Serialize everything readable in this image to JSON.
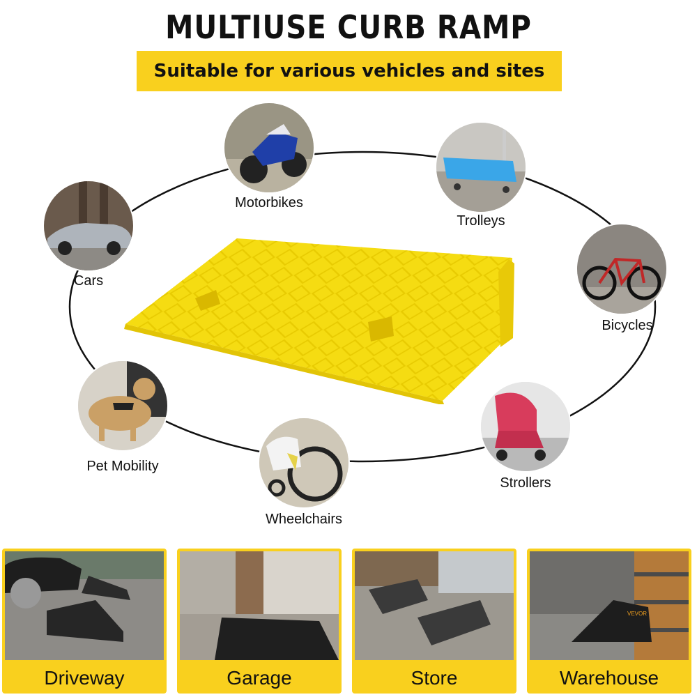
{
  "header": {
    "title": "MULTIUSE CURB RAMP",
    "subtitle": "Suitable for various vehicles and sites"
  },
  "colors": {
    "accent_yellow": "#f9d01e",
    "ramp_yellow": "#f5dc12",
    "text": "#111111"
  },
  "uses": [
    {
      "label": "Motorbikes",
      "icon": "motorbike-photo"
    },
    {
      "label": "Trolleys",
      "icon": "trolley-photo"
    },
    {
      "label": "Cars",
      "icon": "car-photo"
    },
    {
      "label": "Bicycles",
      "icon": "bicycle-photo"
    },
    {
      "label": "Pet Mobility",
      "icon": "dog-photo"
    },
    {
      "label": "Strollers",
      "icon": "stroller-photo"
    },
    {
      "label": "Wheelchairs",
      "icon": "wheelchair-photo"
    }
  ],
  "sites": [
    {
      "label": "Driveway"
    },
    {
      "label": "Garage"
    },
    {
      "label": "Store"
    },
    {
      "label": "Warehouse",
      "brand": "VEVOR"
    }
  ]
}
